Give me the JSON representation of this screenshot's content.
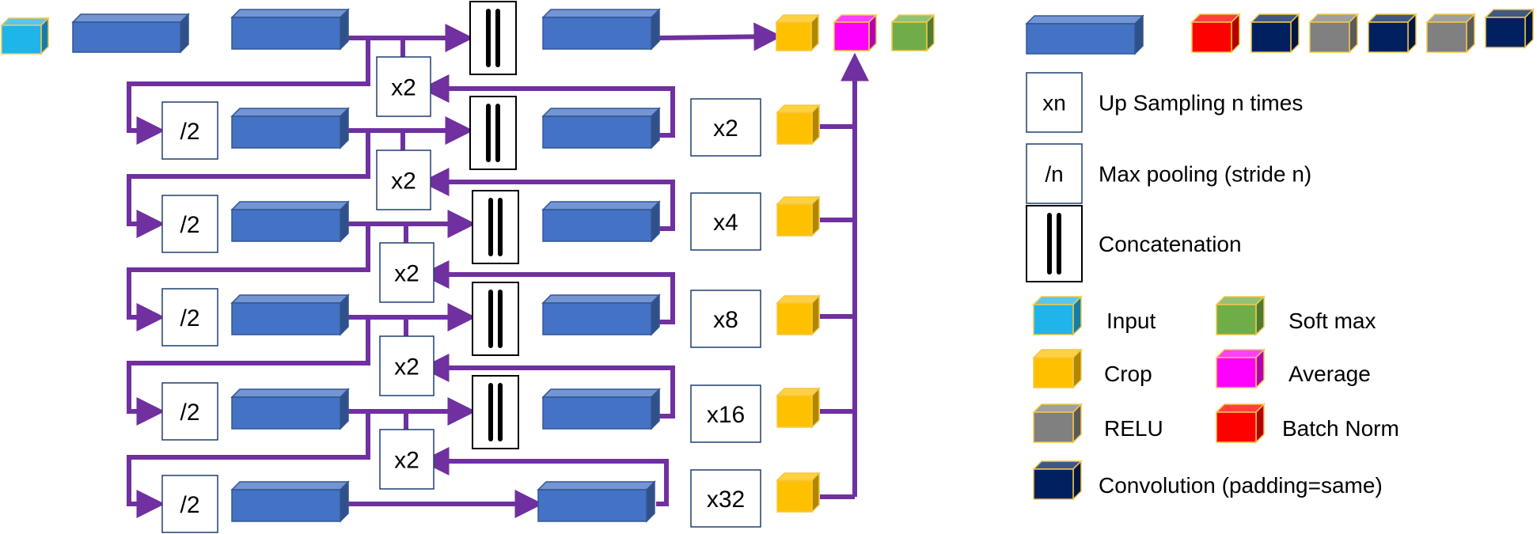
{
  "colors": {
    "connector": "#7030a0",
    "feature_block": "#4472c4",
    "input": "#1fb4ea",
    "crop": "#ffc000",
    "softmax": "#70ad47",
    "average": "#ff00ff",
    "relu": "#808080",
    "batch_norm": "#ff0000",
    "convolution": "#002060",
    "cube_edge": "#f2c84b"
  },
  "network": {
    "pool_labels": [
      "/2",
      "/2",
      "/2",
      "/2",
      "/2"
    ],
    "upsample_labels": [
      "x2",
      "x2",
      "x2",
      "x2",
      "x2"
    ],
    "side_upsample_labels": [
      "x2",
      "x4",
      "x8",
      "x16",
      "x32"
    ]
  },
  "legend": {
    "block_sequence": [
      "batch_norm",
      "convolution",
      "relu",
      "convolution",
      "relu",
      "convolution"
    ],
    "symbols": [
      {
        "key": "xn",
        "text": "Up Sampling  n times"
      },
      {
        "key": "/n",
        "text": "Max pooling (stride n)"
      },
      {
        "key": "concat",
        "text": "Concatenation"
      }
    ],
    "colors": [
      {
        "color_key": "input",
        "text": "Input"
      },
      {
        "color_key": "softmax",
        "text": "Soft max"
      },
      {
        "color_key": "crop",
        "text": "Crop"
      },
      {
        "color_key": "average",
        "text": "Average"
      },
      {
        "color_key": "relu",
        "text": "RELU"
      },
      {
        "color_key": "batch_norm",
        "text": "Batch Norm"
      },
      {
        "color_key": "convolution",
        "text": "Convolution (padding=same)"
      }
    ]
  }
}
